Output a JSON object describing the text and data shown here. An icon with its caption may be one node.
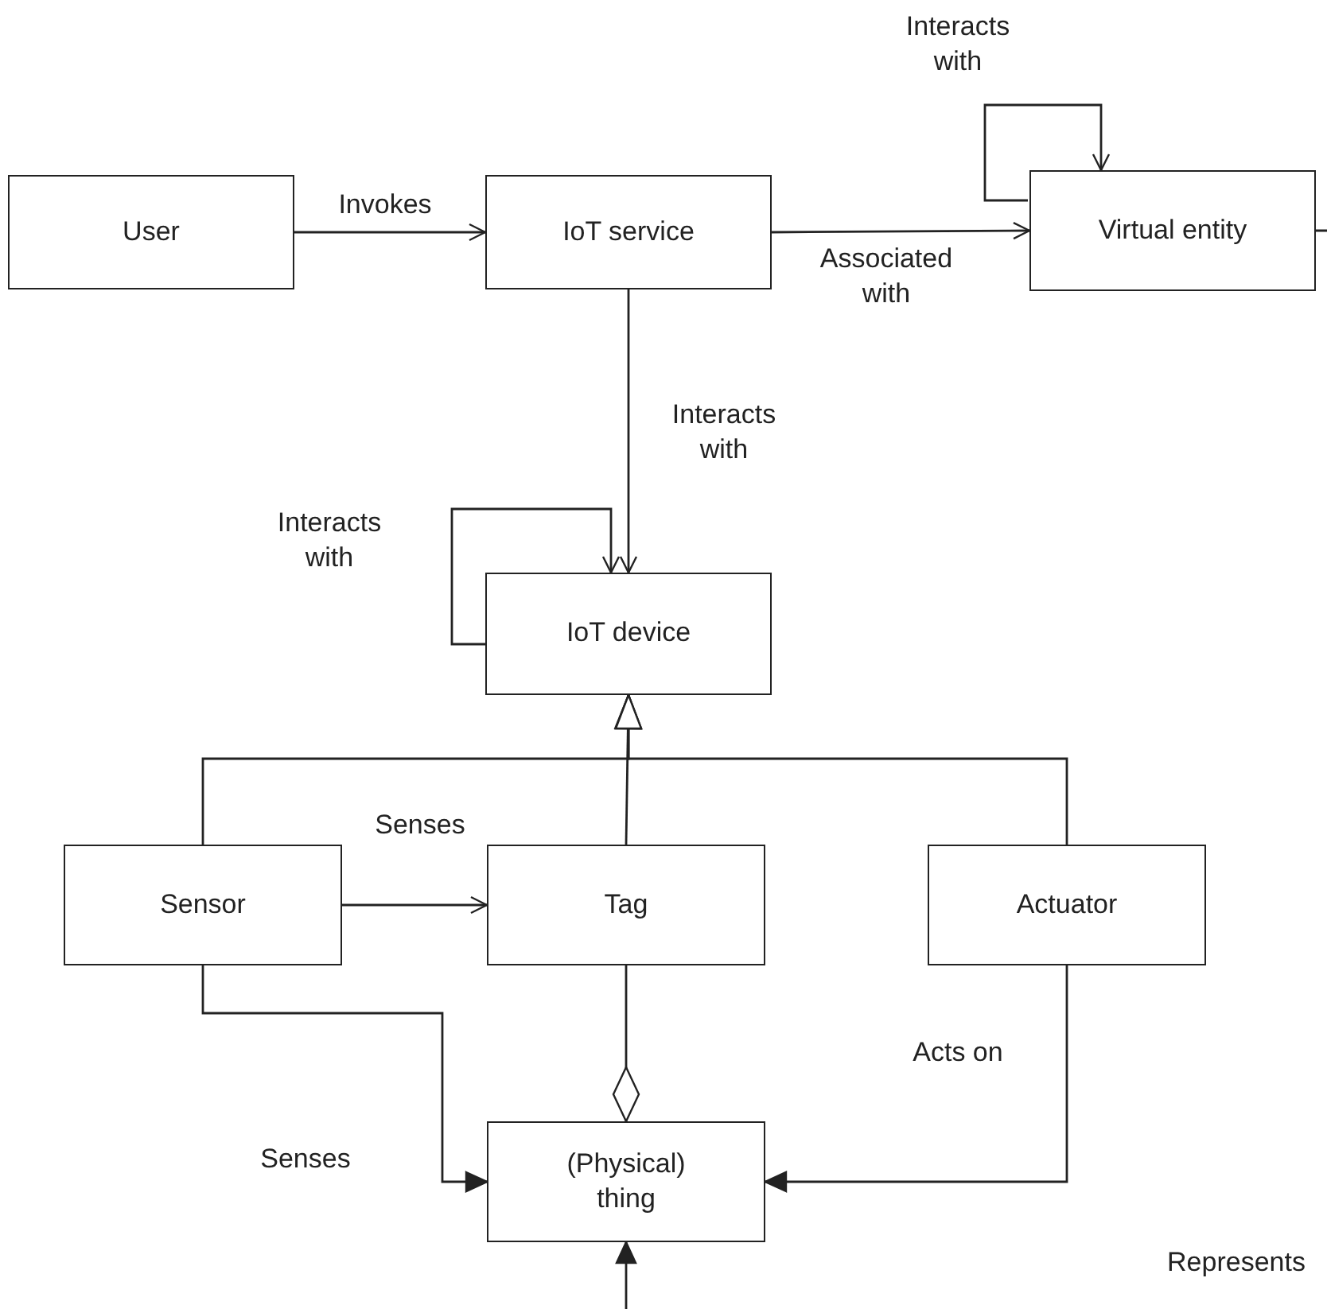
{
  "diagram": {
    "nodes": [
      {
        "text": [
          "User"
        ]
      },
      {
        "text": [
          "IoT service"
        ]
      },
      {
        "text": [
          "Virtual entity"
        ]
      },
      {
        "text": [
          "IoT device"
        ]
      },
      {
        "text": [
          "Sensor"
        ]
      },
      {
        "text": [
          "Tag"
        ]
      },
      {
        "text": [
          "Actuator"
        ]
      },
      {
        "text": [
          "(Physical) thing"
        ]
      }
    ],
    "edges": [
      {
        "from": 0,
        "to": 1,
        "arrow": "to",
        "label": "Invokes"
      },
      {
        "from": 1,
        "to": 2,
        "arrow": "to",
        "label": "Associated with"
      },
      {
        "from": 2,
        "to": 2,
        "arrow": "to",
        "label": "Interacts with"
      },
      {
        "from": 1,
        "to": 3,
        "arrow": "to",
        "label": "Interacts with"
      },
      {
        "from": 3,
        "to": 3,
        "arrow": "to",
        "label": "Interacts with"
      },
      {
        "from": 4,
        "to": 3,
        "arrow": "to"
      },
      {
        "from": 5,
        "to": 3,
        "arrow": "to"
      },
      {
        "from": 6,
        "to": 3,
        "arrow": "to"
      },
      {
        "from": 4,
        "to": 5,
        "arrow": "to",
        "label": "Senses"
      },
      {
        "from": 4,
        "to": 7,
        "arrow": "to",
        "label": "Senses"
      },
      {
        "from": 5,
        "to": 7,
        "arrow": "other"
      },
      {
        "from": 6,
        "to": 7,
        "arrow": "to",
        "label": "Acts on"
      },
      {
        "from": 2,
        "to": 7,
        "arrow": "to",
        "label": "Represents"
      }
    ]
  }
}
